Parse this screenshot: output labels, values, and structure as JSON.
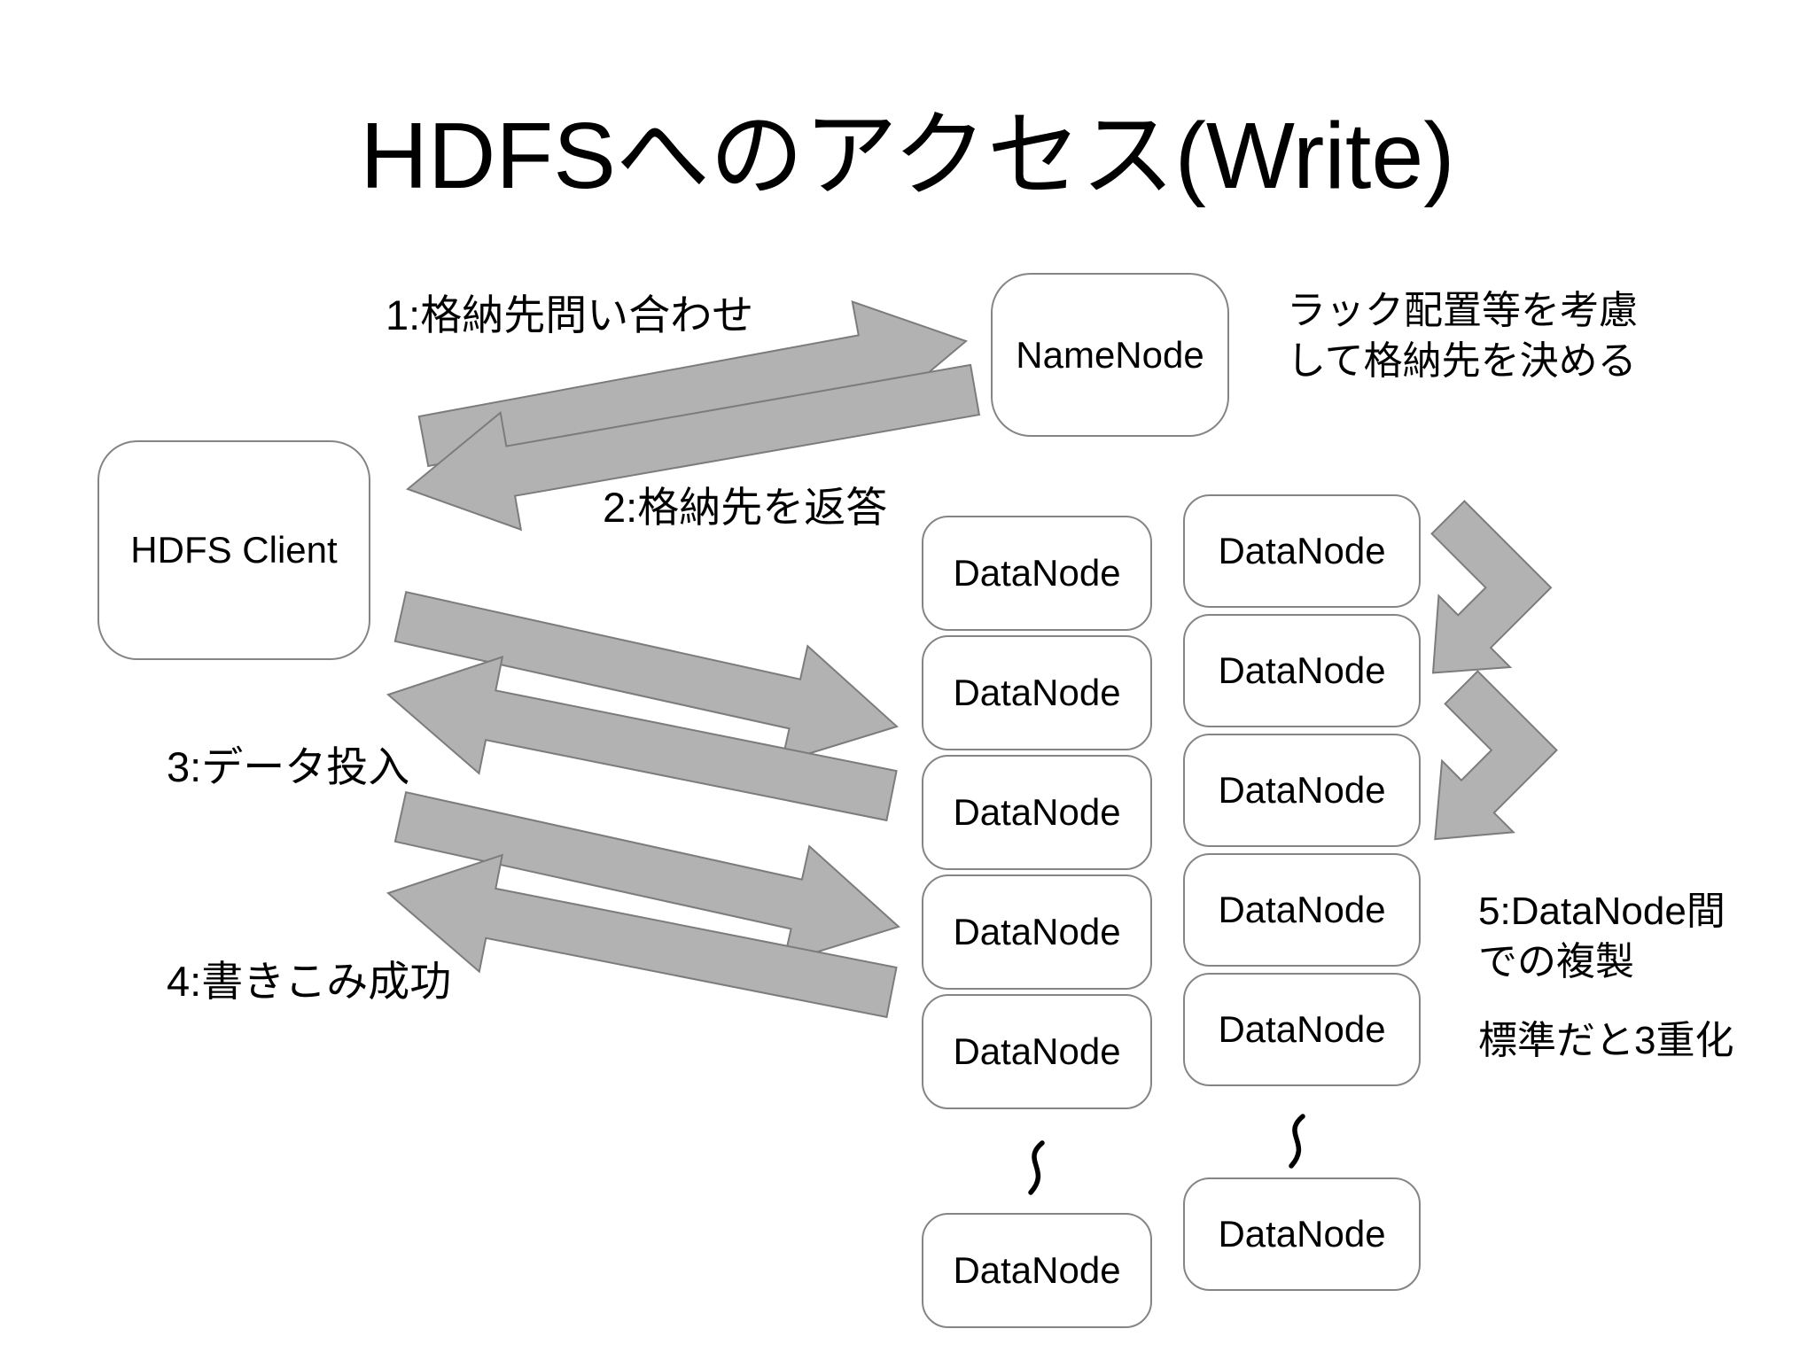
{
  "title": "HDFSへのアクセス(Write)",
  "nodes": {
    "client": "HDFS Client",
    "namenode": "NameNode",
    "datanode": "DataNode"
  },
  "columns": {
    "left_datanode_count": 6,
    "right_datanode_count": 6,
    "ellipsis_symbol": "〜"
  },
  "steps": [
    {
      "label": "1:格納先問い合わせ"
    },
    {
      "label": "2:格納先を返答"
    },
    {
      "label": "3:データ投入"
    },
    {
      "label": "4:書きこみ成功"
    },
    {
      "label": "5:DataNode間\nでの複製"
    }
  ],
  "annotations": {
    "namenode_note": "ラック配置等を考慮\nして格納先を決める",
    "replication_note": "標準だと3重化"
  },
  "colors": {
    "background": "#ffffff",
    "text": "#000000",
    "arrow_fill": "#b2b2b2",
    "arrow_stroke": "#7c7c7c",
    "node_border": "#858585",
    "node_fill": "#ffffff"
  }
}
